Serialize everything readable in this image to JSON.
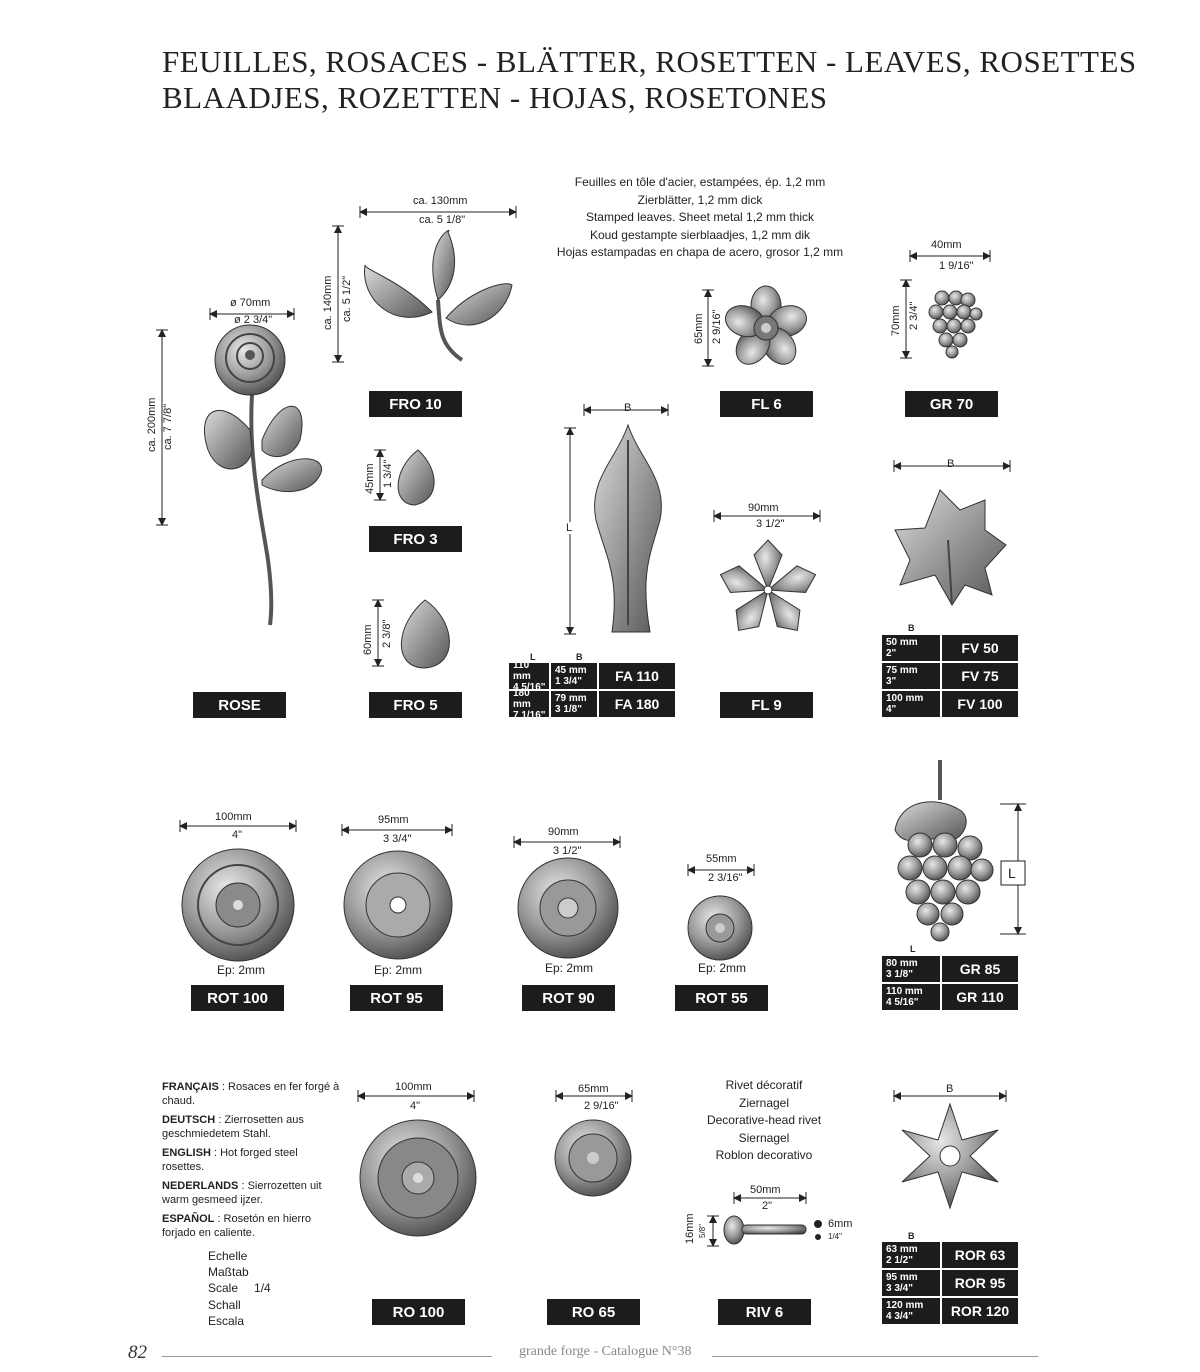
{
  "header": {
    "title_line1": "FEUILLES, ROSACES - BLÄTTER, ROSETTEN - LEAVES, ROSETTES",
    "title_line2": "BLAADJES, ROZETTEN - HOJAS, ROSETONES"
  },
  "stamped_note": [
    "Feuilles en tôle d'acier, estampées, ép. 1,2 mm",
    "Zierblätter, 1,2 mm dick",
    "Stamped leaves. Sheet metal 1,2 mm thick",
    "Koud gestampte sierblaadjes, 1,2 mm dik",
    "Hojas estampadas en chapa de acero, grosor 1,2 mm"
  ],
  "products": {
    "rose": {
      "code": "ROSE",
      "width_mm": "ø 70mm",
      "width_in": "ø 2 3/4\"",
      "height_mm": "ca. 200mm",
      "height_in": "ca. 7 7/8\""
    },
    "fro10": {
      "code": "FRO 10",
      "width_mm": "ca. 130mm",
      "width_in": "ca. 5 1/8\"",
      "height_mm": "ca. 140mm",
      "height_in": "ca. 5 1/2\""
    },
    "fro3": {
      "code": "FRO 3",
      "height_mm": "45mm",
      "height_in": "1 3/4\""
    },
    "fro5": {
      "code": "FRO 5",
      "height_mm": "60mm",
      "height_in": "2 3/8\""
    },
    "fa": {
      "b": "B",
      "l": "L",
      "hdr_l": "L",
      "hdr_b": "B",
      "rows": [
        {
          "l_mm": "110 mm",
          "l_in": "4 5/16\"",
          "b_mm": "45 mm",
          "b_in": "1 3/4\"",
          "code": "FA 110"
        },
        {
          "l_mm": "180 mm",
          "l_in": "7 1/16\"",
          "b_mm": "79 mm",
          "b_in": "3 1/8\"",
          "code": "FA 180"
        }
      ]
    },
    "fl6": {
      "code": "FL 6",
      "height_mm": "65mm",
      "height_in": "2 9/16\""
    },
    "fl9": {
      "code": "FL 9",
      "width_mm": "90mm",
      "width_in": "3 1/2\""
    },
    "gr70": {
      "code": "GR 70",
      "width_mm": "40mm",
      "width_in": "1 9/16\"",
      "height_mm": "70mm",
      "height_in": "2 3/4\""
    },
    "fv": {
      "b": "B",
      "hdr_b": "B",
      "rows": [
        {
          "mm": "50 mm",
          "in": "2\"",
          "code": "FV 50"
        },
        {
          "mm": "75 mm",
          "in": "3\"",
          "code": "FV 75"
        },
        {
          "mm": "100 mm",
          "in": "4\"",
          "code": "FV 100"
        }
      ]
    },
    "rot100": {
      "code": "ROT 100",
      "width_mm": "100mm",
      "width_in": "4\"",
      "ep": "Ep: 2mm"
    },
    "rot95": {
      "code": "ROT 95",
      "width_mm": "95mm",
      "width_in": "3 3/4\"",
      "ep": "Ep: 2mm"
    },
    "rot90": {
      "code": "ROT 90",
      "width_mm": "90mm",
      "width_in": "3 1/2\"",
      "ep": "Ep: 2mm"
    },
    "rot55": {
      "code": "ROT 55",
      "width_mm": "55mm",
      "width_in": "2 3/16\"",
      "ep": "Ep: 2mm"
    },
    "gr": {
      "l": "L",
      "hdr_l": "L",
      "rows": [
        {
          "mm": "80 mm",
          "in": "3 1/8\"",
          "code": "GR 85"
        },
        {
          "mm": "110 mm",
          "in": "4 5/16\"",
          "code": "GR 110"
        }
      ]
    },
    "ro100": {
      "code": "RO 100",
      "width_mm": "100mm",
      "width_in": "4\""
    },
    "ro65": {
      "code": "RO 65",
      "width_mm": "65mm",
      "width_in": "2 9/16\""
    },
    "riv6": {
      "code": "RIV 6",
      "length_mm": "50mm",
      "length_in": "2\"",
      "height_mm": "16mm",
      "height_in": "5/8\"",
      "dia_mm": "6mm",
      "dia_in": "1/4\"",
      "names": [
        "Rivet décoratif",
        "Ziernagel",
        "Decorative-head rivet",
        "Siernagel",
        "Roblon decorativo"
      ]
    },
    "ror": {
      "b": "B",
      "hdr_b": "B",
      "rows": [
        {
          "mm": "63 mm",
          "in": "2 1/2\"",
          "code": "ROR 63"
        },
        {
          "mm": "95 mm",
          "in": "3 3/4\"",
          "code": "ROR 95"
        },
        {
          "mm": "120 mm",
          "in": "4 3/4\"",
          "code": "ROR 120"
        }
      ]
    }
  },
  "description": {
    "fr_lang": "FRANÇAIS",
    "fr_text": " : Rosaces en fer forgé à chaud.",
    "de_lang": "DEUTSCH",
    "de_text": " : Zierrosetten aus geschmiedetem Stahl.",
    "en_lang": "ENGLISH",
    "en_text": " : Hot forged steel rosettes.",
    "nl_lang": "NEDERLANDS",
    "nl_text": " : Sierrozetten uit warm gesmeed ijzer.",
    "es_lang": "ESPAÑOL",
    "es_text": " : Rosetón en hierro forjado en caliente."
  },
  "scale": {
    "words": [
      "Echelle",
      "Maßtab",
      "Scale",
      "Schall",
      "Escala"
    ],
    "value": "1/4"
  },
  "footer": {
    "page_number": "82",
    "catalogue": "grande forge - Catalogue N°38"
  }
}
